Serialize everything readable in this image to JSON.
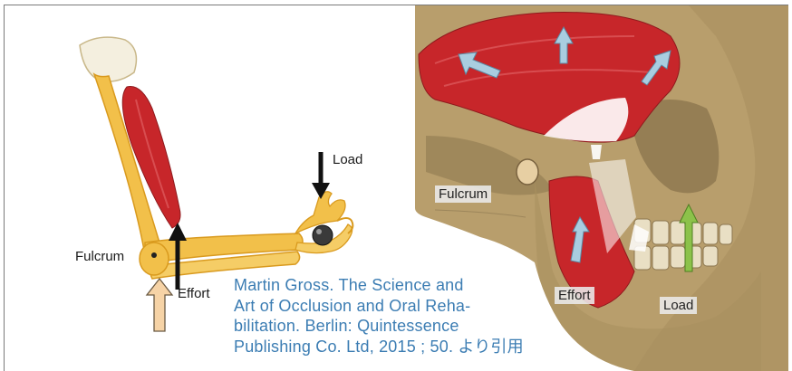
{
  "arm_diagram": {
    "fulcrum_label": "Fulcrum",
    "effort_label": "Effort",
    "load_label": "Load"
  },
  "skull_diagram": {
    "fulcrum_label": "Fulcrum",
    "effort_label": "Effort",
    "load_label": "Load"
  },
  "citation": {
    "lines": [
      "Martin Gross. The Science and",
      "Art of Occlusion and Oral Reha-",
      "bilitation. Berlin: Quintessence",
      "Publishing Co. Ltd, 2015 ; 50. より引用"
    ]
  },
  "colors": {
    "bone": "#f2c04a",
    "muscle": "#c7262a",
    "skull": "#b89e6c",
    "arrow_blue": "#a9cde0",
    "arrow_green": "#8cc24a",
    "citation_text": "#3c7db3"
  }
}
